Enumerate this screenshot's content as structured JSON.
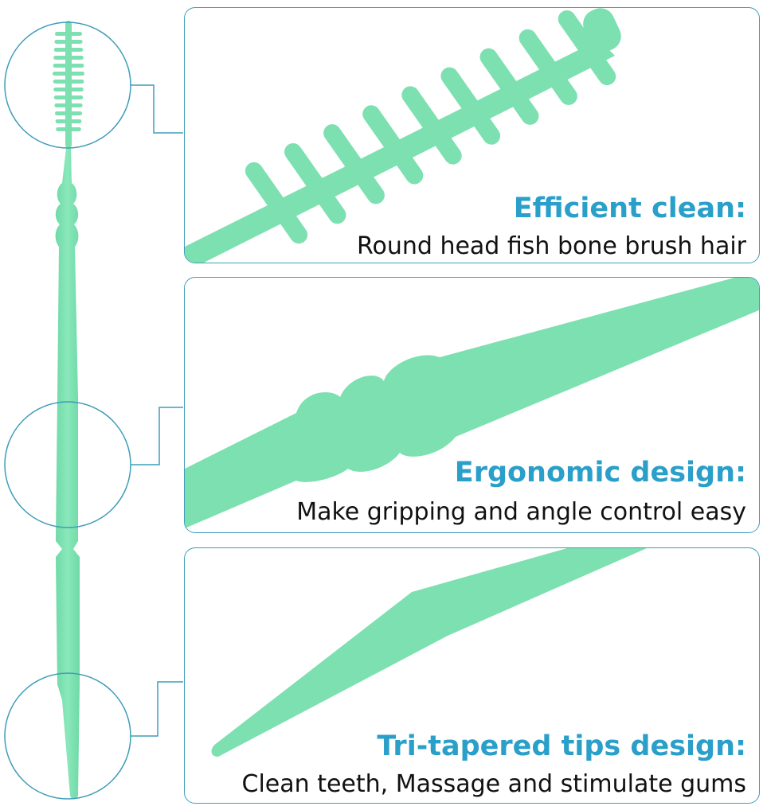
{
  "colors": {
    "accent_blue": "#2a9fc9",
    "frame_blue": "#3f9db8",
    "pick_green": "#7de0b0",
    "pick_green_dark": "#5fcf98"
  },
  "features": [
    {
      "title": "Efficient clean:",
      "subtitle": "Round head fish bone brush hair"
    },
    {
      "title": "Ergonomic design:",
      "subtitle": "Make gripping and angle control easy"
    },
    {
      "title": "Tri-tapered tips design:",
      "subtitle": "Clean teeth, Massage and stimulate gums"
    }
  ],
  "icons": [
    "brush-head-icon",
    "grip-section-icon",
    "tapered-tip-icon"
  ]
}
